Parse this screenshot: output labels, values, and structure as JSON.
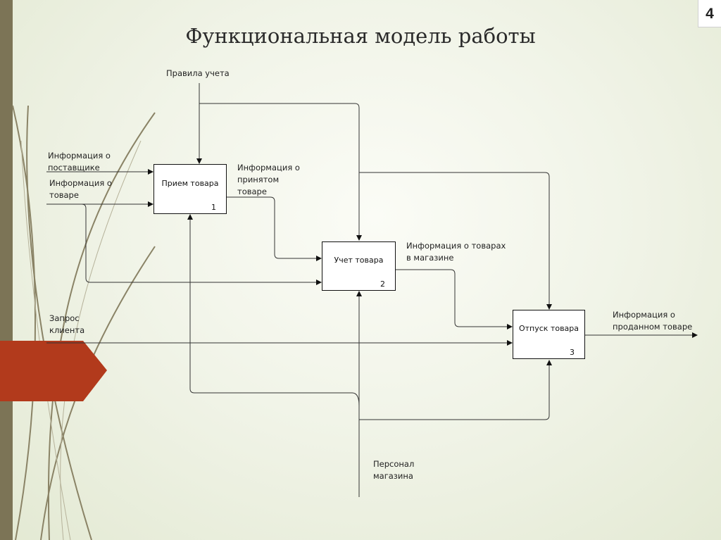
{
  "slide": {
    "title": "Функциональная модель работы",
    "number": "4"
  },
  "boxes": {
    "b1": {
      "label": "Прием товара",
      "num": "1"
    },
    "b2": {
      "label": "Учет товара",
      "num": "2"
    },
    "b3": {
      "label": "Отпуск товара",
      "num": "3"
    }
  },
  "labels": {
    "rules": "Правила учета",
    "supplier": "Информация о\nпоставщике",
    "goods": "Информация о\nтоваре",
    "accepted": "Информация о\nпринятом\nтоваре",
    "in_store": "Информация о товарах\nв магазине",
    "request": "Запрос\nклиента",
    "sold": "Информация о\nпроданном товаре",
    "staff": "Персонал\nмагазина"
  },
  "colors": {
    "accent_ribbon": "#b23a1c",
    "side_bar": "#7c7456"
  }
}
